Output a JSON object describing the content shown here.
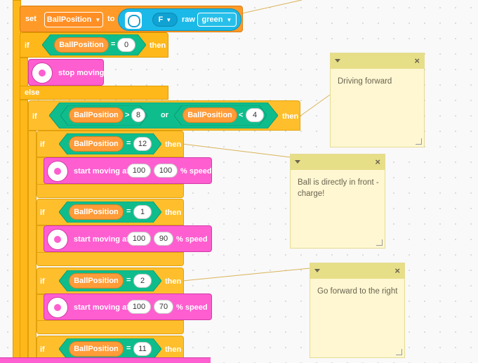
{
  "set_block": {
    "set_label": "set",
    "variable": "BallPosition",
    "to_label": "to",
    "port": "F",
    "mode": "raw",
    "color": "green"
  },
  "if_stop": {
    "if_label": "if",
    "variable": "BallPosition",
    "op": "=",
    "value": "0",
    "then_label": "then",
    "action": "stop moving"
  },
  "else_label": "else",
  "or_cond": {
    "if_label": "if",
    "left_var": "BallPosition",
    "left_op": ">",
    "left_value": "8",
    "or_label": "or",
    "right_var": "BallPosition",
    "right_op": "<",
    "right_value": "4",
    "then_label": "then"
  },
  "branches": [
    {
      "if_label": "if",
      "variable": "BallPosition",
      "op": "=",
      "value": "12",
      "then_label": "then",
      "action_prefix": "start moving at",
      "left": "100",
      "right": "100",
      "suffix": "% speed"
    },
    {
      "if_label": "if",
      "variable": "BallPosition",
      "op": "=",
      "value": "1",
      "then_label": "then",
      "action_prefix": "start moving at",
      "left": "100",
      "right": "90",
      "suffix": "% speed"
    },
    {
      "if_label": "if",
      "variable": "BallPosition",
      "op": "=",
      "value": "2",
      "then_label": "then",
      "action_prefix": "start moving at",
      "left": "100",
      "right": "70",
      "suffix": "% speed"
    },
    {
      "if_label": "if",
      "variable": "BallPosition",
      "op": "=",
      "value": "11",
      "then_label": "then"
    }
  ],
  "notes": [
    {
      "text": "Driving forward"
    },
    {
      "text": "Ball is directly in front - charge!"
    },
    {
      "text": "Go forward to the right"
    }
  ],
  "icons": {
    "close": "×",
    "collapse": "▾"
  },
  "colors": {
    "control": "#ffb81a",
    "operator": "#0fbd8c",
    "variable": "#ff9c39",
    "motor": "#ff5ed0",
    "sensor": "#1bb9e8",
    "note": "#fff7d2"
  }
}
